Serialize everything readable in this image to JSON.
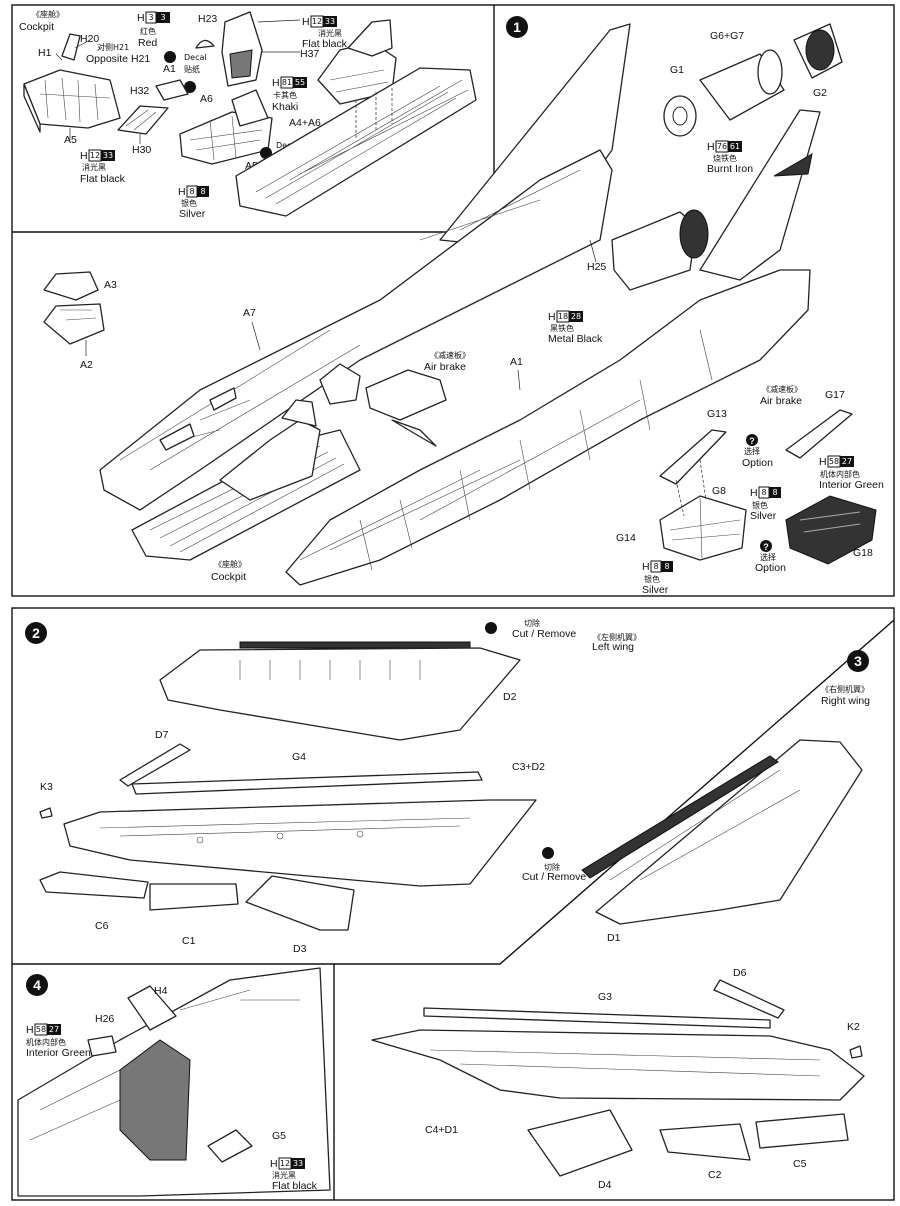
{
  "steps": [
    "1",
    "2",
    "3",
    "4"
  ],
  "step1": {
    "cockpit_cn": "《座舱》",
    "cockpit": "Cockpit",
    "decal_cn": "贴纸",
    "decal": "Decal",
    "airbrake_cn": "《减速板》",
    "airbrake": "Air brake",
    "opposite_cn": "对侧H21",
    "opposite": "Opposite H21",
    "option_cn": "选择",
    "option": "Option",
    "question": "?",
    "parts": [
      "H20",
      "H1",
      "A5",
      "H23",
      "A1",
      "A6",
      "H32",
      "H30",
      "H37",
      "A4+A6",
      "A3",
      "A2",
      "A7",
      "G6+G7",
      "G1",
      "G2",
      "H25",
      "G17",
      "G13",
      "G8",
      "G14",
      "G18"
    ]
  },
  "step2": {
    "cut_cn": "切除",
    "cut": "Cut / Remove",
    "left_wing_cn": "《左侧机翼》",
    "left_wing": "Left wing",
    "parts": [
      "D2",
      "D7",
      "G4",
      "C3+D2",
      "K3",
      "C6",
      "C1",
      "D3"
    ]
  },
  "step3": {
    "right_wing_cn": "《右侧机翼》",
    "right_wing": "Right wing",
    "cut_cn": "切除",
    "cut": "Cut / Remove",
    "parts": [
      "D1",
      "G3",
      "D6",
      "K2",
      "C4+D1",
      "D4",
      "C2",
      "C5"
    ]
  },
  "step4": {
    "parts": [
      "H26",
      "H4",
      "G5"
    ]
  },
  "paints": [
    {
      "id": "red",
      "letter": "H",
      "a": "3",
      "b": "3",
      "cn": "红色",
      "en": "Red"
    },
    {
      "id": "flat_black",
      "letter": "H",
      "a": "12",
      "b": "33",
      "cn": "消光黑",
      "en": "Flat black"
    },
    {
      "id": "khaki",
      "letter": "H",
      "a": "81",
      "b": "55",
      "cn": "卡其色",
      "en": "Khaki"
    },
    {
      "id": "silver",
      "letter": "H",
      "a": "8",
      "b": "8",
      "cn": "银色",
      "en": "Silver"
    },
    {
      "id": "burnt_iron",
      "letter": "H",
      "a": "76",
      "b": "61",
      "cn": "烧铁色",
      "en": "Burnt Iron"
    },
    {
      "id": "metal_black",
      "letter": "H",
      "a": "18",
      "b": "28",
      "cn": "黑铁色",
      "en": "Metal  Black"
    },
    {
      "id": "interior_green",
      "letter": "H",
      "a": "58",
      "b": "27",
      "cn": "机体内部色",
      "en": "Interior Green"
    }
  ],
  "colors": {
    "ink": "#111111",
    "paper": "#ffffff",
    "shade": "#777777",
    "dark": "#333333"
  }
}
